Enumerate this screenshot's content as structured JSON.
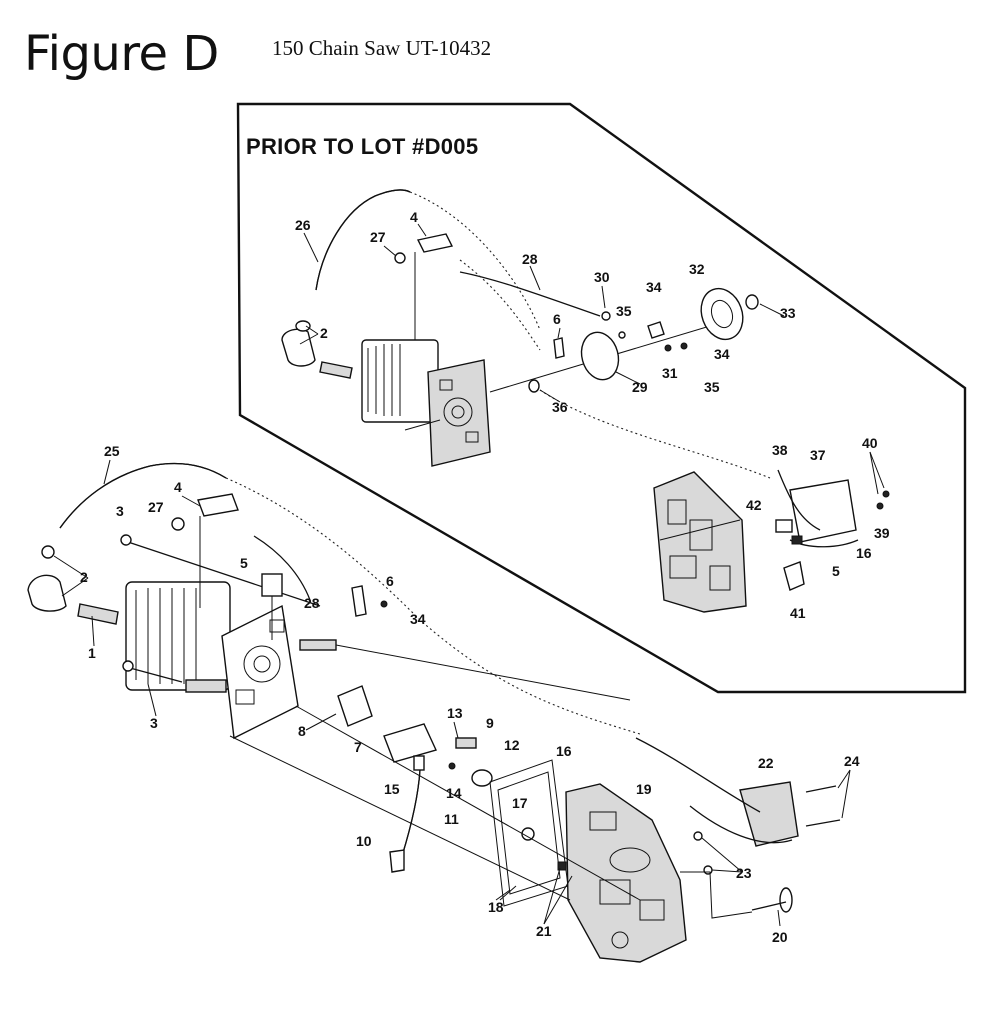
{
  "figure_title": "Figure D",
  "figure_subtitle": "150 Chain Saw UT-10432",
  "inset_heading": "PRIOR TO LOT #D005",
  "inset_labels": [
    "26",
    "4",
    "27",
    "2",
    "28",
    "30",
    "35",
    "34",
    "32",
    "33",
    "6",
    "34",
    "31",
    "35",
    "29",
    "36",
    "38",
    "37",
    "40",
    "42",
    "39",
    "16",
    "5",
    "41"
  ],
  "main_labels": [
    "25",
    "4",
    "3",
    "27",
    "2",
    "1",
    "5",
    "28",
    "6",
    "34",
    "3",
    "8",
    "13",
    "9",
    "7",
    "12",
    "16",
    "15",
    "14",
    "11",
    "17",
    "19",
    "22",
    "24",
    "10",
    "23",
    "18",
    "21",
    "20"
  ]
}
